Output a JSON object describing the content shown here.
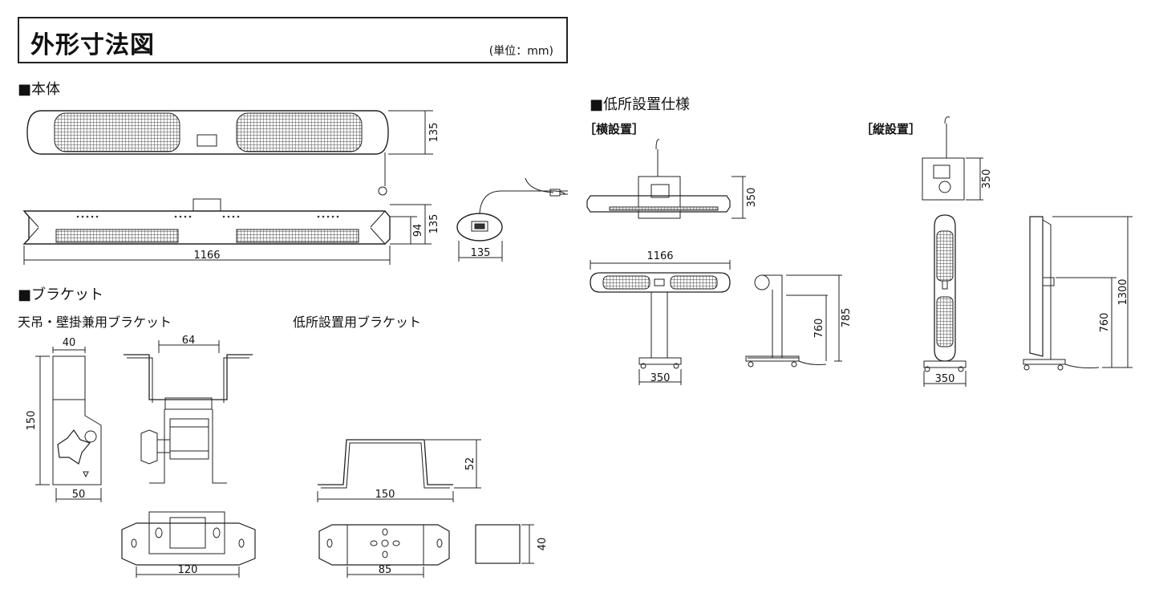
{
  "header": {
    "title": "外形寸法図",
    "unit": "(単位：mm)"
  },
  "sections": {
    "body": "■本体",
    "bracket": "■ブラケット",
    "low_install": "■低所設置仕様"
  },
  "subsections": {
    "ceiling_wall_bracket": "天吊・壁掛兼用ブラケット",
    "low_bracket": "低所設置用ブラケット",
    "horizontal": "［横設置］",
    "vertical": "［縦設置］"
  },
  "dimensions": {
    "body_height_135": "135",
    "body_side_135": "135",
    "body_side_94": "94",
    "body_width_1166": "1166",
    "switch_135": "135",
    "b1_40": "40",
    "b1_150": "150",
    "b1_50": "50",
    "b1_64": "64",
    "b1_120": "120",
    "b2_52": "52",
    "b2_150": "150",
    "b2_85": "85",
    "b2_40": "40",
    "h_350_top": "350",
    "h_1166": "1166",
    "h_350_base": "350",
    "h_760": "760",
    "h_785": "785",
    "v_350_top": "350",
    "v_350_base": "350",
    "v_760": "760",
    "v_1300": "1300"
  }
}
